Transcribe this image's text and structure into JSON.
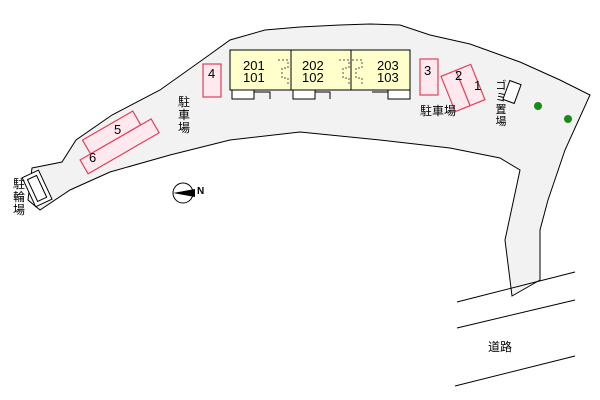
{
  "site_plan": {
    "units": [
      {
        "upper": "201",
        "lower": "101"
      },
      {
        "upper": "202",
        "lower": "102"
      },
      {
        "upper": "203",
        "lower": "103"
      }
    ],
    "parking_spaces": [
      "1",
      "2",
      "3",
      "4",
      "5",
      "6"
    ],
    "labels": {
      "parking_center": "駐車場",
      "parking_right": "駐車場",
      "bicycle_parking": "駐輪場",
      "garbage": "ゴミ置場",
      "road": "道路",
      "compass_north": "N"
    },
    "colors": {
      "site": "#f2f2f2",
      "building": "#ffffcc",
      "parking_fill": "#ffe8ee",
      "parking_stroke": "#e0405a",
      "tree": "#1a8a1a"
    }
  }
}
